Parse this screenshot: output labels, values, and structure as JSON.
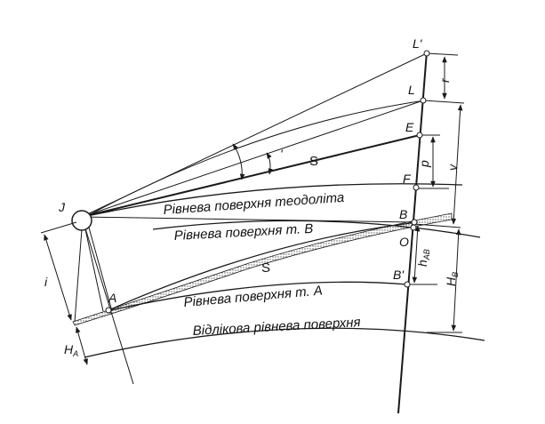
{
  "points": {
    "L_prime": "L'",
    "L": "L",
    "E": "E",
    "F": "F",
    "B": "B",
    "O": "O",
    "B_prime": "B'",
    "J": "J",
    "A": "A"
  },
  "symbols": {
    "r": "r",
    "p": "p",
    "v": "v",
    "h": "h",
    "h_sub": "АВ",
    "H": "H",
    "H_sub": "В",
    "i": "i",
    "HA": "H",
    "HA_sub": "A",
    "S_upper": "S",
    "S_lower": "S",
    "angle_mark": "'"
  },
  "surfaces": {
    "theodolite": "Рівнева поверхня теодоліта",
    "point_b": "Рівнева поверхня т. В",
    "point_a": "Рівнева поверхня т. А",
    "reference": "Відлікова рівнева поверхня"
  }
}
